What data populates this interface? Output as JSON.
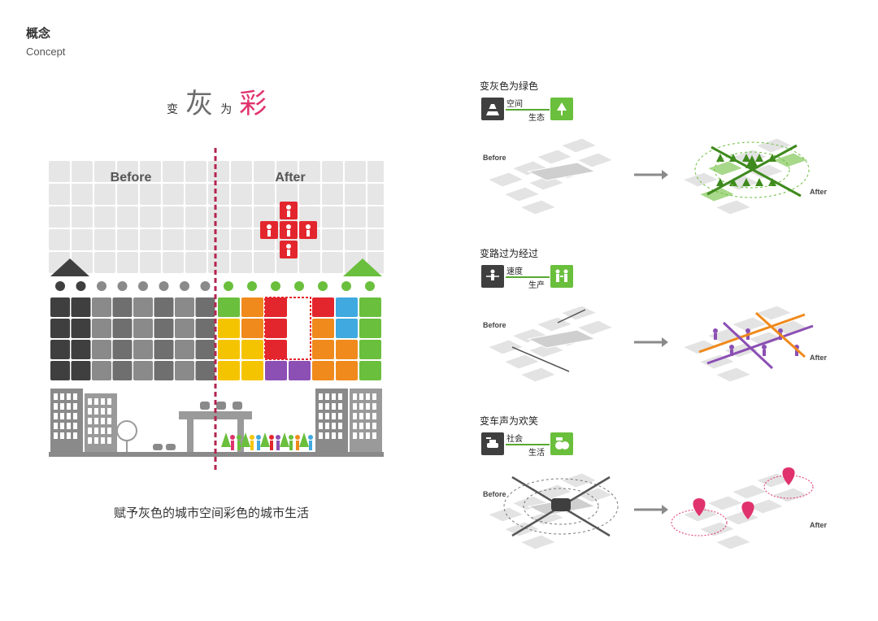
{
  "header": {
    "title_zh": "概念",
    "title_en": "Concept"
  },
  "main_title": {
    "part1": "变",
    "part2": "灰",
    "part3": "为",
    "part4": "彩"
  },
  "left_diagram": {
    "before_label": "Before",
    "after_label": "After",
    "caption": "赋予灰色的城市空间彩色的城市生活"
  },
  "rows": [
    {
      "title": "变灰色为绿色",
      "from_label": "空间",
      "to_label": "生态",
      "before_label": "Before",
      "after_label": "After",
      "accent": "#6abf3d"
    },
    {
      "title": "变路过为经过",
      "from_label": "速度",
      "to_label": "生产",
      "before_label": "Before",
      "after_label": "After",
      "accent": "#8c4fb4"
    },
    {
      "title": "变车声为欢笑",
      "from_label": "社会",
      "to_label": "生活",
      "before_label": "Before",
      "after_label": "After",
      "accent": "#e0336e"
    }
  ],
  "colors": {
    "grey_dark": "#3f3f3f",
    "grey_mid": "#8a8a8a",
    "grey_light": "#e6e6e6",
    "divider": "#b3244f",
    "green": "#6abf3d",
    "yellow": "#f5c400",
    "orange": "#f08a1c",
    "red": "#e3262d",
    "blue": "#3fa9e0",
    "purple": "#8c4fb4",
    "pink": "#e0336e"
  }
}
